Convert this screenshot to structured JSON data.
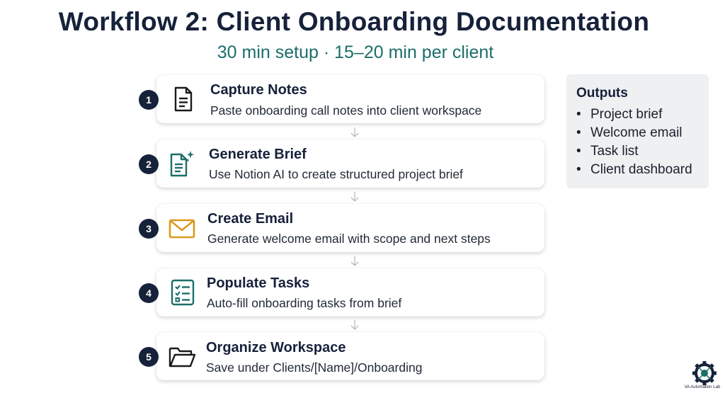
{
  "header": {
    "title": "Workflow 2: Client Onboarding Documentation",
    "subtitle": "30 min setup · 15–20 min per client"
  },
  "steps": [
    {
      "number": "1",
      "title": "Capture Notes",
      "description": "Paste onboarding call notes into client workspace",
      "icon": "document-icon"
    },
    {
      "number": "2",
      "title": "Generate Brief",
      "description": "Use Notion AI to create structured project brief",
      "icon": "ai-document-icon"
    },
    {
      "number": "3",
      "title": "Create Email",
      "description": "Generate welcome email with scope and next steps",
      "icon": "envelope-icon"
    },
    {
      "number": "4",
      "title": "Populate Tasks",
      "description": "Auto-fill onboarding tasks from brief",
      "icon": "checklist-icon"
    },
    {
      "number": "5",
      "title": "Organize Workspace",
      "description": "Save under Clients/[Name]/Onboarding",
      "icon": "folder-icon"
    }
  ],
  "outputs": {
    "title": "Outputs",
    "items": [
      "Project brief",
      "Welcome email",
      "Task list",
      "Client dashboard"
    ]
  },
  "logo": {
    "text": "VA Automation Lab"
  },
  "colors": {
    "navy": "#16213a",
    "teal": "#1c6e6a",
    "amber": "#d99a1c",
    "panel": "#eef0f2"
  }
}
